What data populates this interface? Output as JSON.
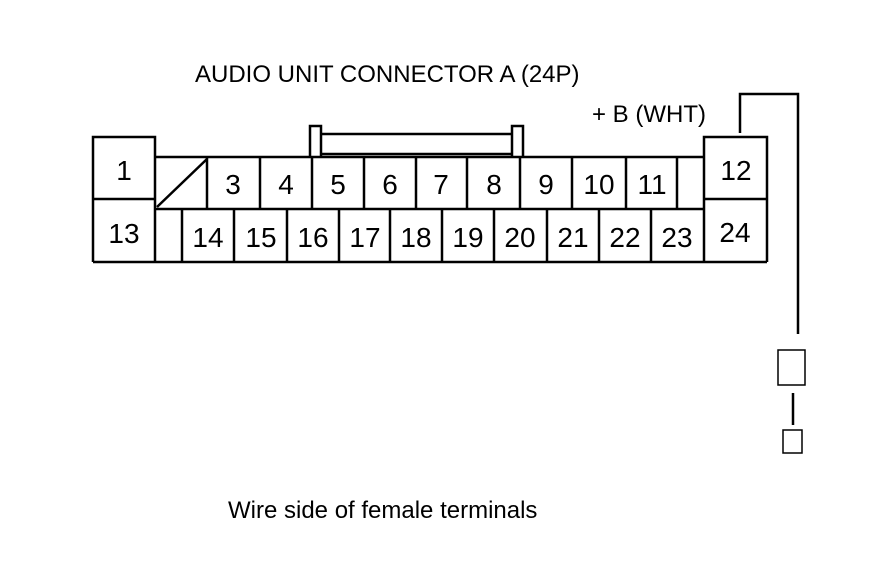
{
  "diagram": {
    "title": "AUDIO UNIT CONNECTOR A (24P)",
    "wire_label": "+ B (WHT)",
    "caption": "Wire side of female terminals",
    "pins_top": [
      "1",
      "3",
      "4",
      "5",
      "6",
      "7",
      "8",
      "9",
      "10",
      "11",
      "12"
    ],
    "pins_bottom": [
      "13",
      "14",
      "15",
      "16",
      "17",
      "18",
      "19",
      "20",
      "21",
      "22",
      "23",
      "24"
    ]
  }
}
